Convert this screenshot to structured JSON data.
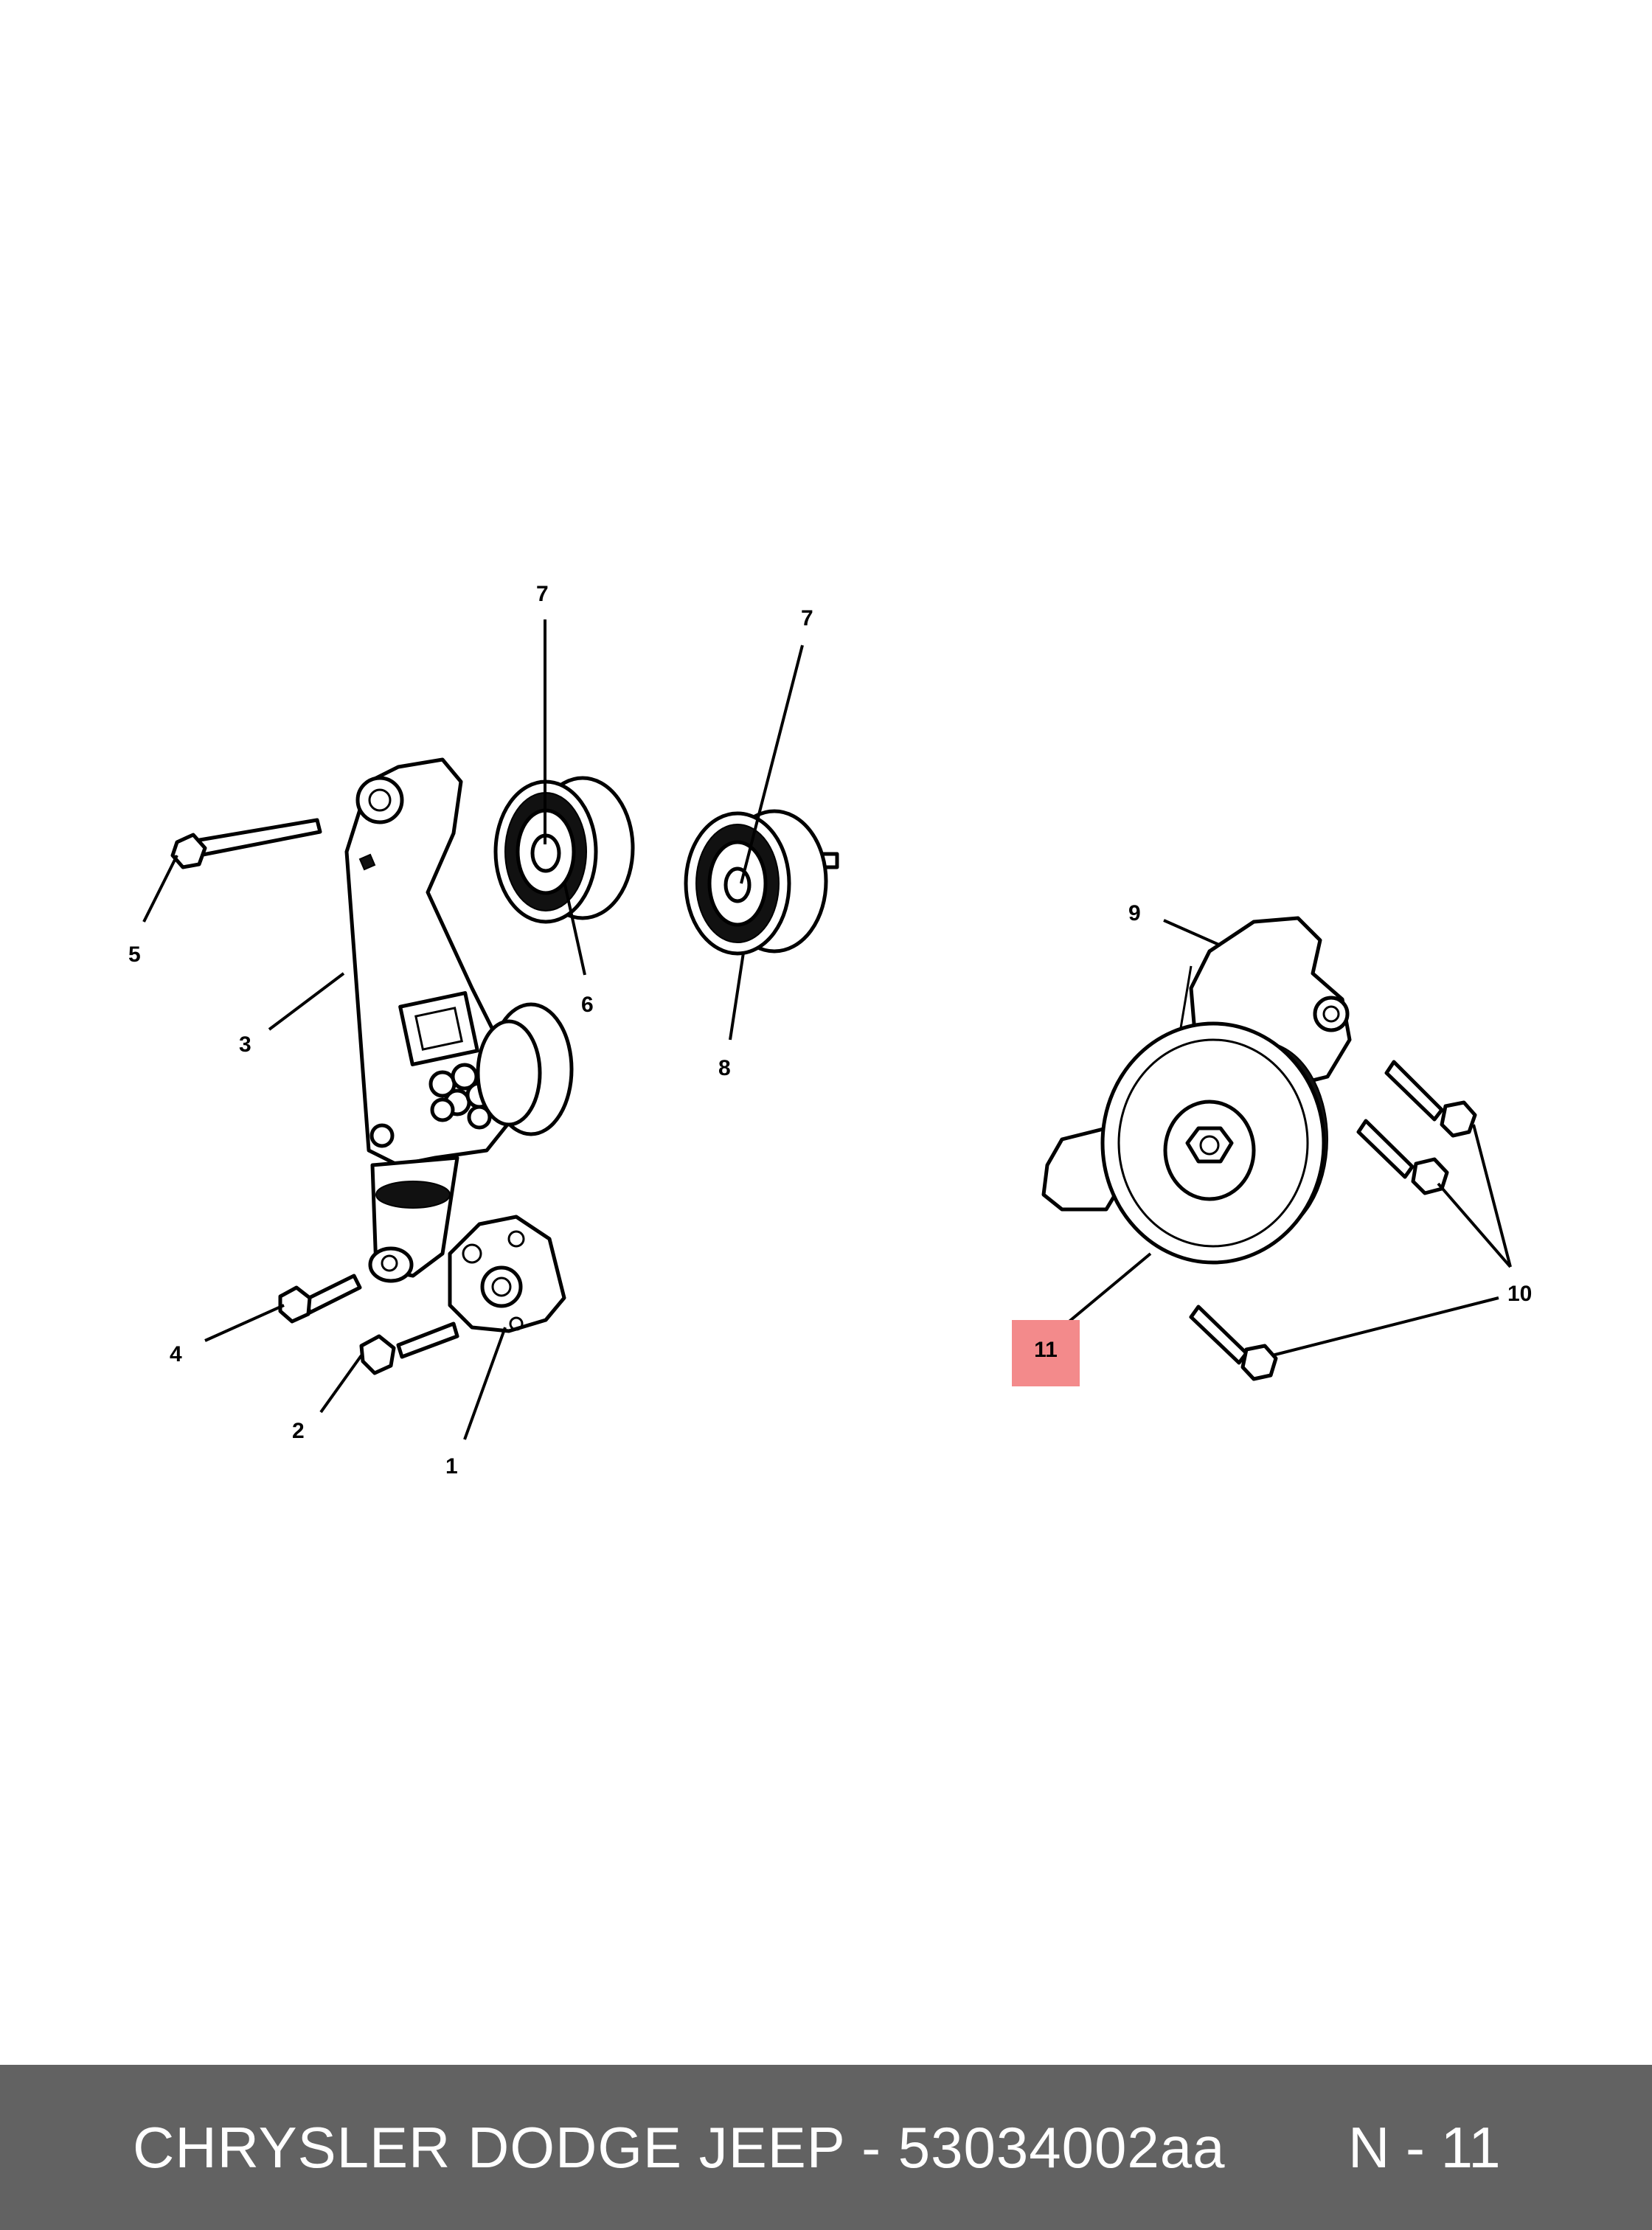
{
  "callouts": {
    "c1": "1",
    "c2": "2",
    "c3": "3",
    "c4": "4",
    "c5": "5",
    "c6": "6",
    "c7a": "7",
    "c7b": "7",
    "c8": "8",
    "c9": "9",
    "c10": "10",
    "c11": "11"
  },
  "highlight_color": "#f38a8b",
  "footer": {
    "title": "CHRYSLER DODGE JEEP - 53034002aa",
    "code": "N - 11",
    "background": "#626262"
  }
}
